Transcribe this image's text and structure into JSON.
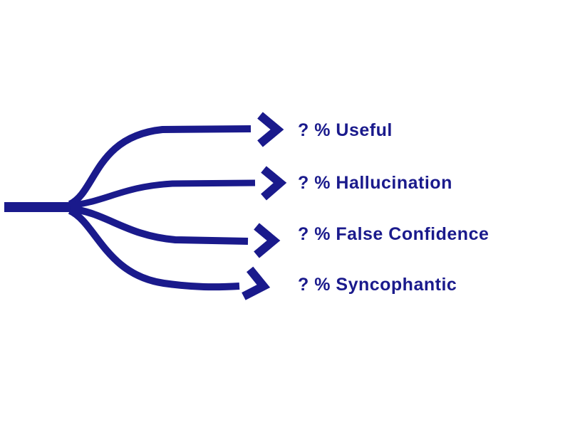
{
  "diagram": {
    "title": "",
    "accent_color": "#1a1a8c",
    "background_color": "#ffffff",
    "branches": [
      {
        "label": "? % Useful"
      },
      {
        "label": "? % Hallucination"
      },
      {
        "label": "? % False Confidence"
      },
      {
        "label": "? % Syncophantic"
      }
    ]
  }
}
